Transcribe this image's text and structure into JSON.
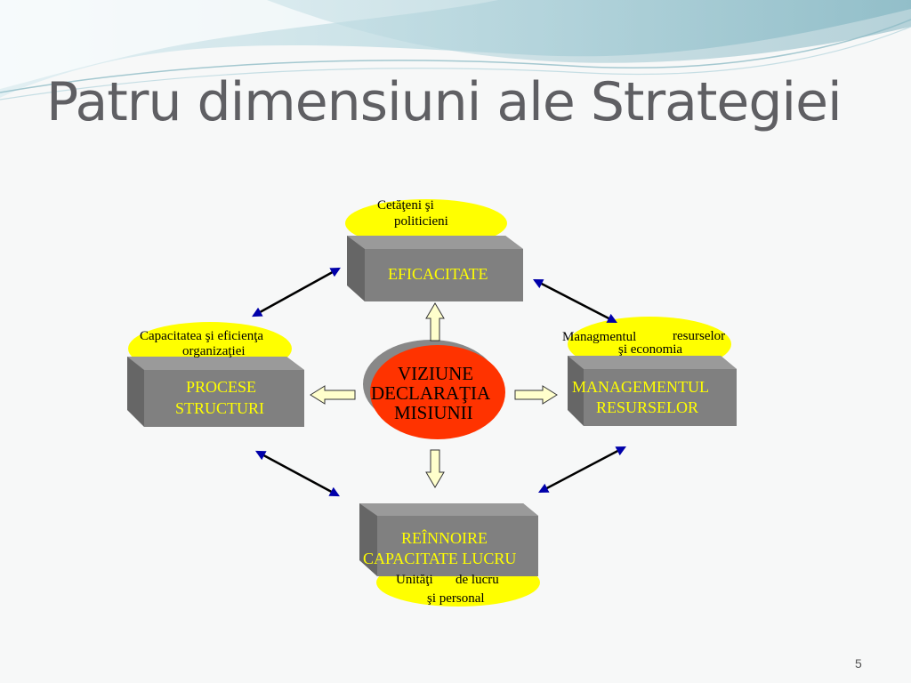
{
  "slide": {
    "title": "Patru dimensiuni ale Strategiei",
    "page_number": "5"
  },
  "diagram": {
    "center": {
      "line1": "VIZIUNE",
      "line2": "DECLARAŢIA",
      "line3": "MISIUNII"
    },
    "top": {
      "stakeholder_line1": "Cetăţeni şi",
      "stakeholder_line2": "politicieni",
      "box_label": "EFICACITATE"
    },
    "left": {
      "stakeholder_line1": "Capacitatea şi eficienţa",
      "stakeholder_line2": "organizaţiei",
      "box_line1": "PROCESE",
      "box_line2": "STRUCTURI"
    },
    "right": {
      "stakeholder_part1": "Managmentul",
      "stakeholder_part2": "resurselor",
      "stakeholder_line2": "şi economia",
      "box_line1": "MANAGEMENTUL",
      "box_line2": "RESURSELOR"
    },
    "bottom": {
      "box_line1": "REÎNNOIRE",
      "box_line2": "CAPACITATE LUCRU",
      "stakeholder_part1": "Unităţi",
      "stakeholder_part2": "de lucru",
      "stakeholder_line2": "şi personal"
    }
  },
  "colors": {
    "yellow": "#ffff00",
    "box_gray": "#808080",
    "center_red": "#ff3300",
    "arrow_blue": "#0000aa",
    "block_arrow_fill": "#ffffcc"
  }
}
